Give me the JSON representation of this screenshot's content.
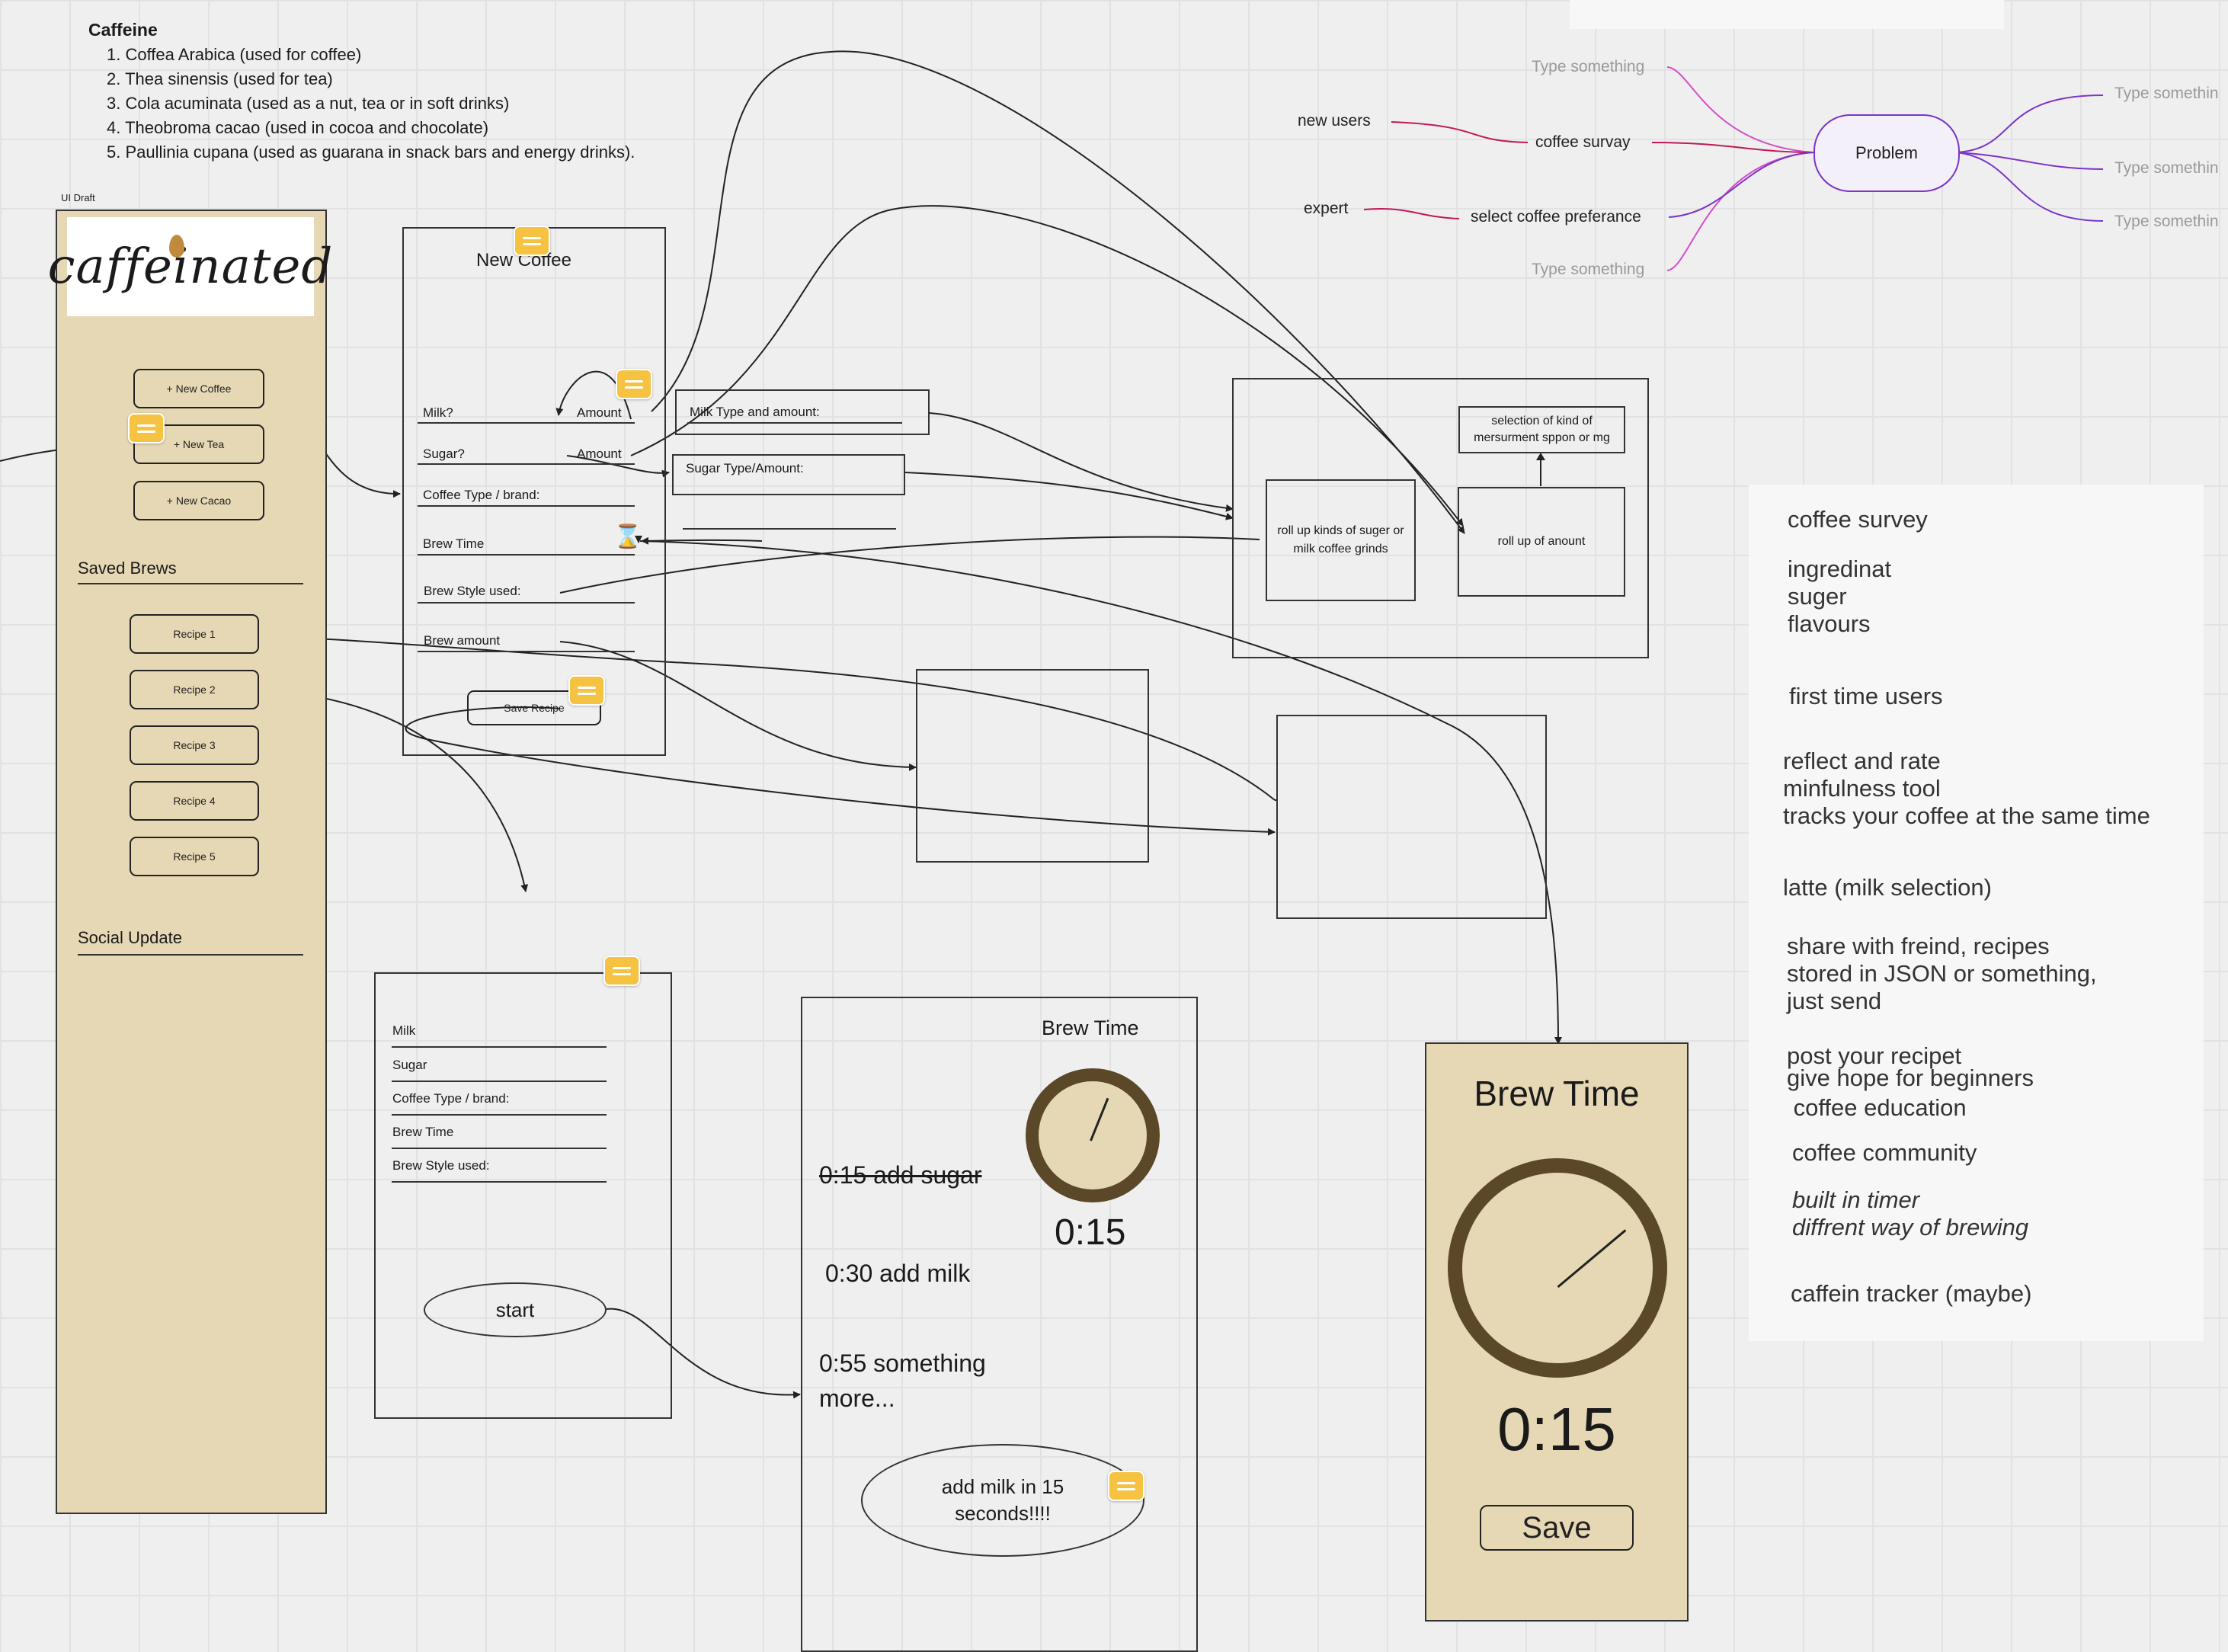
{
  "caffeine": {
    "title": "Caffeine",
    "items": [
      "1. Coffea Arabica (used for coffee)",
      "2. Thea sinensis (used for tea)",
      "3. Cola acuminata (used as a nut, tea or in soft drinks)",
      "4. Theobroma cacao (used in cocoa and chocolate)",
      "5. Paullinia cupana (used as guarana in snack bars and energy drinks)."
    ]
  },
  "mindmap": {
    "center": "Problem",
    "left": [
      "Type something",
      "coffee survay",
      "select coffee preferance",
      "Type something"
    ],
    "left_sub": [
      "new  users",
      "expert"
    ],
    "right": [
      "Type somethin",
      "Type somethin",
      "Type somethin"
    ]
  },
  "sidebar": {
    "caption": "UI Draft",
    "logo": "caffeinated",
    "actions": [
      "+ New Coffee",
      "+ New Tea",
      "+ New Cacao"
    ],
    "saved_title": "Saved Brews",
    "recipes": [
      "Recipe 1",
      "Recipe 2",
      "Recipe 3",
      "Recipe 4",
      "Recipe 5"
    ],
    "social_title": "Social Update"
  },
  "new_coffee": {
    "title": "New Coffee",
    "fields": [
      "Milk?",
      "Sugar?",
      "Coffee Type / brand:",
      "Brew Time",
      "Brew Style used:",
      "Brew amount"
    ],
    "amount_label": "Amount",
    "save_label": "Save Recipe"
  },
  "popups": {
    "milk_type": "Milk Type and amount:",
    "sugar_type": "Sugar Type/Amount:"
  },
  "rollup": {
    "selection": "selection of kind of mersurment sppon or mg",
    "kinds": "roll up kinds of suger or milk coffee grinds",
    "amount": "roll up of anount"
  },
  "recipe_view": {
    "fields": [
      "Milk",
      "Sugar",
      "Coffee Type / brand:",
      "Brew Time",
      "Brew Style used:"
    ],
    "start_label": "start"
  },
  "brew_steps": {
    "title": "Brew Time",
    "time": "0:15",
    "steps": [
      "0:15 add sugar",
      "0:30 add milk",
      "0:55 something\nmore..."
    ],
    "alert": "add milk in 15\nseconds!!!!"
  },
  "brew_panel": {
    "title": "Brew Time",
    "time": "0:15",
    "save_label": "Save"
  },
  "notes": [
    "coffee survey",
    "ingredinat\nsuger\nflavours",
    "first time users",
    "reflect and rate\nminfulness tool\ntracks your coffee at the same time",
    "latte (milk selection)",
    "share with freind, recipes\nstored in JSON or something,\njust send",
    "post your recipet",
    "give hope for beginners",
    " coffee education",
    "coffee community",
    "built in timer\ndiffrent way of brewing",
    "caffein tracker (maybe)"
  ],
  "colors": {
    "sand": "#e6d8b4",
    "dial": "#5a4828",
    "comment": "#f5c242",
    "mindmap_pink": "#d24fc4",
    "mindmap_magenta": "#c2185b",
    "mindmap_purple": "#7a35c9"
  }
}
